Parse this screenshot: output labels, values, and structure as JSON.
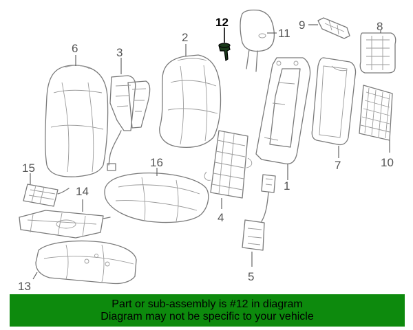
{
  "callouts": [
    "1",
    "2",
    "3",
    "4",
    "5",
    "6",
    "7",
    "8",
    "9",
    "10",
    "11",
    "12",
    "13",
    "14",
    "15",
    "16"
  ],
  "highlighted_part": "12",
  "banner": {
    "line1": "Part or sub-assembly is #12 in diagram",
    "line2": "Diagram may not be specific to your vehicle"
  },
  "colors": {
    "banner_bg": "#0d8a0d",
    "line_art": "#7a7a7a",
    "callout_text": "#555555"
  }
}
